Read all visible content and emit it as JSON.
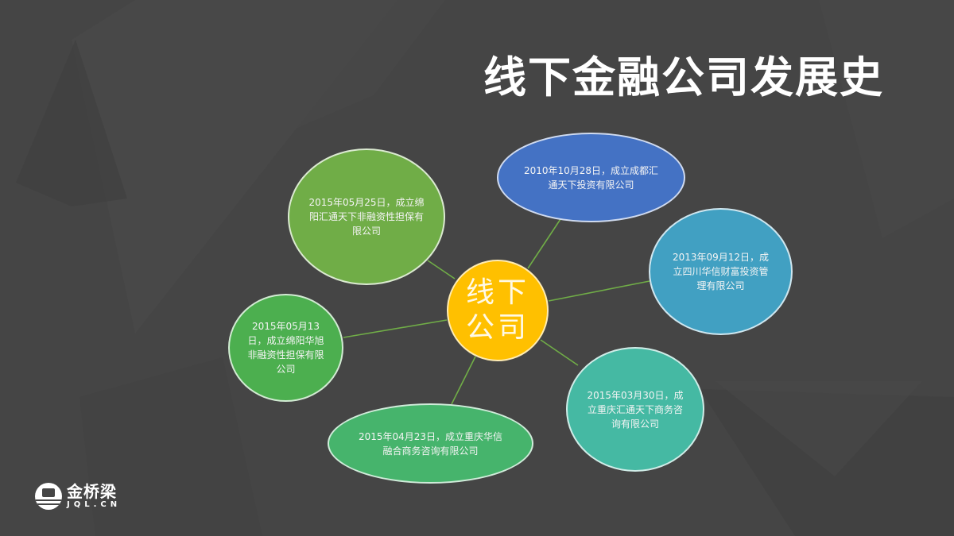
{
  "slide": {
    "title": "线下金融公司发展史",
    "background_color": "#454545"
  },
  "center": {
    "line1": "线下",
    "line2": "公司",
    "color": "#FFC000"
  },
  "connector_color": "#70AD47",
  "nodes": [
    {
      "id": "n1",
      "text": "2015年05月25日，成立绵阳汇通天下非融资性担保有限公司",
      "color": "#70AD47"
    },
    {
      "id": "n2",
      "text": "2010年10月28日，成立成都汇通天下投资有限公司",
      "color": "#4472C4"
    },
    {
      "id": "n3",
      "text": "2013年09月12日，成立四川华信财富投资管理有限公司",
      "color": "#41A0C2"
    },
    {
      "id": "n4",
      "text": "2015年05月13日，成立绵阳华旭非融资性担保有限公司",
      "color": "#4CAF4F"
    },
    {
      "id": "n5",
      "text": "2015年03月30日，成立重庆汇通天下商务咨询有限公司",
      "color": "#45B9A3"
    },
    {
      "id": "n6",
      "text": "2015年04月23日，成立重庆华信融合商务咨询有限公司",
      "color": "#46B46C"
    }
  ],
  "logo": {
    "name_cn": "金桥梁",
    "domain": "JQL.CN"
  }
}
